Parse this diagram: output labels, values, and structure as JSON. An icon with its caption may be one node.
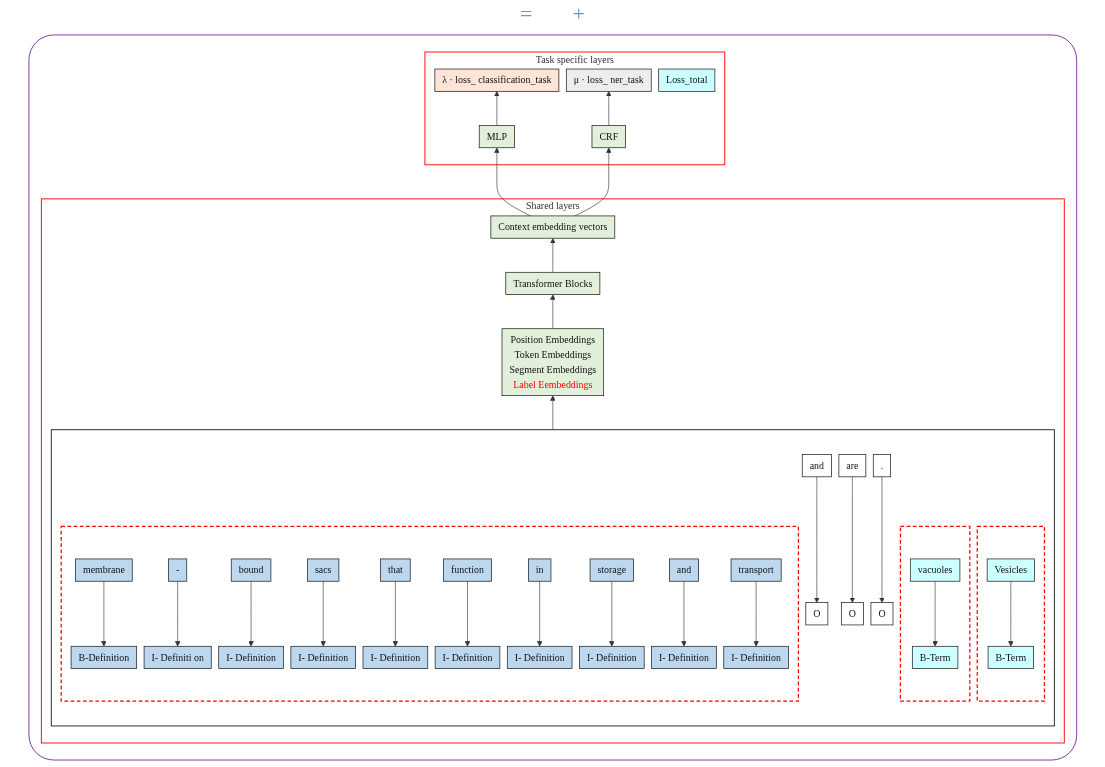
{
  "diagram": {
    "nodes": [
      {
        "text": [],
        "shape": "box"
      },
      {
        "text": [
          "Task specific layers"
        ],
        "in": 0
      },
      {
        "text": [
          "Loss_total"
        ],
        "in": 1
      },
      {
        "text": [
          "λ · loss_ classification_task"
        ],
        "in": 1
      },
      {
        "text": [
          "μ · loss_ ner_task"
        ],
        "in": 1
      },
      {
        "text": [
          "MLP"
        ],
        "in": 1
      },
      {
        "text": [
          "CRF"
        ],
        "in": 1
      },
      {
        "text": [
          "Shared layers"
        ],
        "in": 0
      },
      {
        "text": [
          "Context embedding vectors"
        ],
        "in": 7
      },
      {
        "text": [
          "Transformer Blocks"
        ],
        "in": 7
      },
      {
        "text": [
          "Position Embeddings",
          "Token Embeddings",
          "Segment Embeddings",
          "Label Eembeddings"
        ],
        "in": 7
      },
      {
        "text": [],
        "shape": "box",
        "in": 7
      },
      {
        "text": [],
        "shape": "box",
        "in": 11
      },
      {
        "text": [
          "Vesicles"
        ],
        "in": 12
      },
      {
        "text": [
          "B-Term"
        ],
        "in": 12
      },
      {
        "text": [
          "and"
        ],
        "in": 11
      },
      {
        "text": [
          "O"
        ],
        "in": 11
      },
      {
        "text": [],
        "shape": "box",
        "in": 11
      },
      {
        "text": [
          "vacuoles"
        ],
        "in": 17
      },
      {
        "text": [
          "B-Term"
        ],
        "in": 17
      },
      {
        "text": [
          "are"
        ],
        "in": 11
      },
      {
        "text": [
          "O"
        ],
        "in": 11
      },
      {
        "text": [],
        "shape": "box",
        "in": 11
      },
      {
        "text": [
          "membrane"
        ],
        "in": 22
      },
      {
        "text": [
          "B-Definition"
        ],
        "in": 22
      },
      {
        "text": [
          "-"
        ],
        "in": 22
      },
      {
        "text": [
          "I- Definiti on"
        ],
        "in": 22
      },
      {
        "text": [
          "bound"
        ],
        "in": 22
      },
      {
        "text": [
          "I- Definition"
        ],
        "in": 22
      },
      {
        "text": [
          "sacs"
        ],
        "in": 22
      },
      {
        "text": [
          "I- Definition"
        ],
        "in": 22
      },
      {
        "text": [
          "that"
        ],
        "in": 22
      },
      {
        "text": [
          "I- Definition"
        ],
        "in": 22
      },
      {
        "text": [
          "function"
        ],
        "in": 22
      },
      {
        "text": [
          "I- Definition"
        ],
        "in": 22
      },
      {
        "text": [
          "in"
        ],
        "in": 22
      },
      {
        "text": [
          "I- Definition"
        ],
        "in": 22
      },
      {
        "text": [
          "storage"
        ],
        "in": 22
      },
      {
        "text": [
          "I- Definition"
        ],
        "in": 22
      },
      {
        "text": [
          "and"
        ],
        "in": 22
      },
      {
        "text": [
          "I- Definition"
        ],
        "in": 22
      },
      {
        "text": [
          "transport"
        ],
        "in": 22
      },
      {
        "text": [
          "I- Definition"
        ],
        "in": 22
      },
      {
        "text": [
          "."
        ],
        "in": 11
      },
      {
        "text": [
          "O"
        ],
        "in": 11
      }
    ],
    "edges": [
      {
        "from": 13,
        "to": 14,
        "arrow": "to"
      },
      {
        "from": 15,
        "to": 16,
        "arrow": "to"
      },
      {
        "from": 18,
        "to": 19,
        "arrow": "to"
      },
      {
        "from": 20,
        "to": 21,
        "arrow": "to"
      },
      {
        "from": 23,
        "to": 24,
        "arrow": "to"
      },
      {
        "from": 25,
        "to": 26,
        "arrow": "to"
      },
      {
        "from": 27,
        "to": 28,
        "arrow": "to"
      },
      {
        "from": 29,
        "to": 30,
        "arrow": "to"
      },
      {
        "from": 31,
        "to": 32,
        "arrow": "to"
      },
      {
        "from": 33,
        "to": 34,
        "arrow": "to"
      },
      {
        "from": 35,
        "to": 36,
        "arrow": "to"
      },
      {
        "from": 37,
        "to": 38,
        "arrow": "to"
      },
      {
        "from": 39,
        "to": 40,
        "arrow": "to"
      },
      {
        "from": 41,
        "to": 42,
        "arrow": "to"
      },
      {
        "from": 43,
        "to": 44,
        "arrow": "to"
      },
      {
        "from": 11,
        "to": 10,
        "arrow": "to"
      },
      {
        "from": 10,
        "to": 9,
        "arrow": "to"
      },
      {
        "from": 9,
        "to": 8,
        "arrow": "to"
      },
      {
        "from": 8,
        "to": 5,
        "arrow": "to"
      },
      {
        "from": 8,
        "to": 6,
        "arrow": "to"
      },
      {
        "from": 5,
        "to": 3,
        "arrow": "to"
      },
      {
        "from": 6,
        "to": 4,
        "arrow": "to"
      }
    ],
    "labels": [
      "=",
      "+"
    ]
  }
}
